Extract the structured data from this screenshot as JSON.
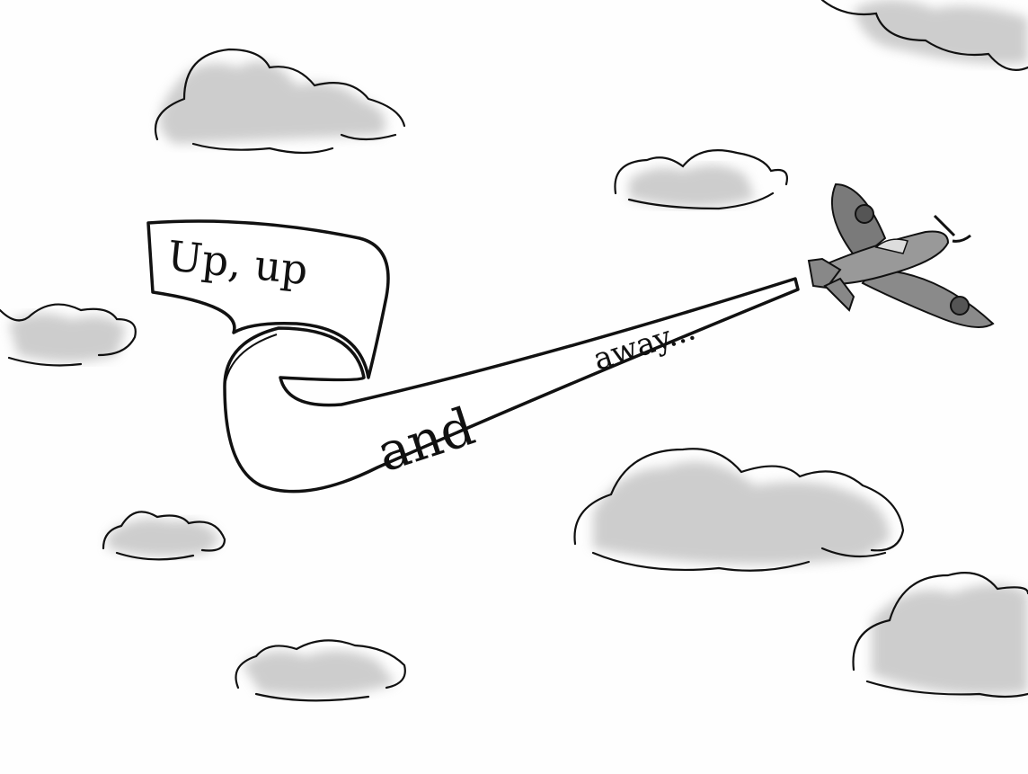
{
  "banner": {
    "line1": "Up, up",
    "line2": "and",
    "line3": "away..."
  },
  "colors": {
    "ink": "#111111",
    "cloud": "#bdbdbd",
    "plane_camo_dark": "#5e5e5e",
    "plane_camo_light": "#a8a8a8"
  }
}
